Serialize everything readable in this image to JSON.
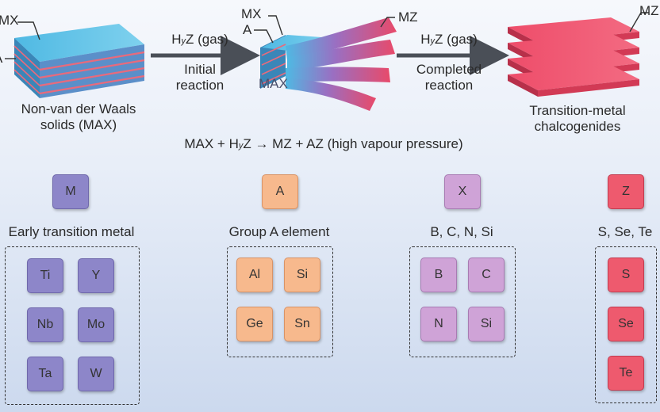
{
  "top": {
    "label_mx_left": "MX",
    "label_a_left": "A",
    "label_max_left": "Non-van der Waals solids (MAX)",
    "arrow1_gas": "H",
    "arrow1_gas_sub": "y",
    "arrow1_gas_rest": "Z (gas)",
    "arrow1_caption": "Initial reaction",
    "label_mx_mid": "MX",
    "label_a_mid": "A",
    "label_mz_mid": "MZ",
    "label_max_mid": "MAX",
    "arrow2_gas": "H",
    "arrow2_gas_sub": "y",
    "arrow2_gas_rest": "Z (gas)",
    "arrow2_caption": "Completed reaction",
    "label_mz_right": "MZ",
    "label_tmc": "Transition-metal chalcogenides"
  },
  "equation": {
    "part1": "MAX + H",
    "sub": "y",
    "part2": "Z → MZ + AZ (high vapour pressure)"
  },
  "groups": [
    {
      "symbol": "M",
      "title": "Early transition metal",
      "elements": [
        "Ti",
        "Y",
        "Nb",
        "Mo",
        "Ta",
        "W"
      ]
    },
    {
      "symbol": "A",
      "title": "Group A element",
      "elements": [
        "Al",
        "Si",
        "Ge",
        "Sn"
      ]
    },
    {
      "symbol": "X",
      "title": "B, C, N, Si",
      "elements": [
        "B",
        "C",
        "N",
        "Si"
      ]
    },
    {
      "symbol": "Z",
      "title": "S, Se, Te",
      "elements": [
        "S",
        "Se",
        "Te"
      ]
    }
  ],
  "colors": {
    "purple": "#8d86c9",
    "orange": "#f7b98d",
    "lilac": "#cfa3d7",
    "red": "#ee5a6e",
    "slab_top": "#5cc3e8",
    "arrow": "#4a4f57"
  }
}
